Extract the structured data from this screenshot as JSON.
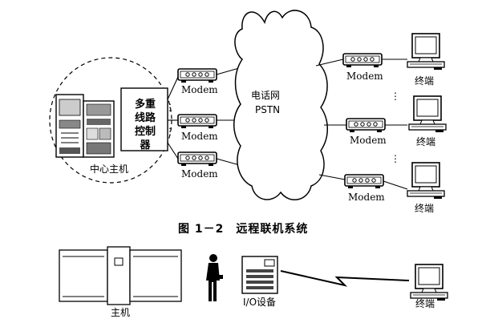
{
  "top_diagram": {
    "network_label": [
      "电话网",
      "PSTN"
    ],
    "host_label": "中心主机",
    "controller_label": [
      "多重",
      "线路",
      "控制",
      "器"
    ],
    "modem_label": "Modem",
    "terminal_label": "终端",
    "ellipsis": "⋮"
  },
  "caption": "图 1－2　远程联机系统",
  "bottom_diagram": {
    "host_label": "主机",
    "io_label": "I/O设备",
    "terminal_label": "终端"
  },
  "icons": [
    "mainframe-icon",
    "modem-icon",
    "cloud-icon",
    "terminal-icon",
    "operator-icon",
    "io-device-icon",
    "lightning-link-icon"
  ]
}
